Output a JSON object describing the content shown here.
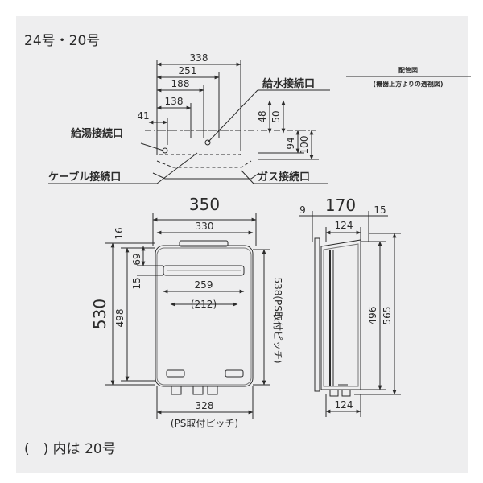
{
  "header": "24号・20号",
  "footnote": "(　) 内は 20号",
  "pipe_view": {
    "title": "配管図",
    "subtitle": "(機器上方よりの透視図)",
    "labels": {
      "water_inlet": "給水接続口",
      "hot_water_outlet": "給湯接続口",
      "cable_inlet": "ケーブル接続口",
      "gas_inlet": "ガス接続口"
    },
    "dims": {
      "w338": "338",
      "w251": "251",
      "w188": "188",
      "w138": "138",
      "w41": "41",
      "v48": "48",
      "v50": "50",
      "v94": "94",
      "v100": "100"
    }
  },
  "front_view": {
    "dims": {
      "width_350": "350",
      "width_330": "330",
      "height_530": "530",
      "v16": "16",
      "v69": "69",
      "v15": "15",
      "v498": "498",
      "w259": "259",
      "w212": "(212)",
      "v538": "538(PS取付ピッチ)",
      "w328": "328",
      "ps_pitch": "(PS取付ピッチ)"
    }
  },
  "side_view": {
    "dims": {
      "d170": "170",
      "d9": "9",
      "d15": "15",
      "d124_top": "124",
      "v496": "496",
      "v565": "565",
      "d124_bot": "124"
    }
  }
}
